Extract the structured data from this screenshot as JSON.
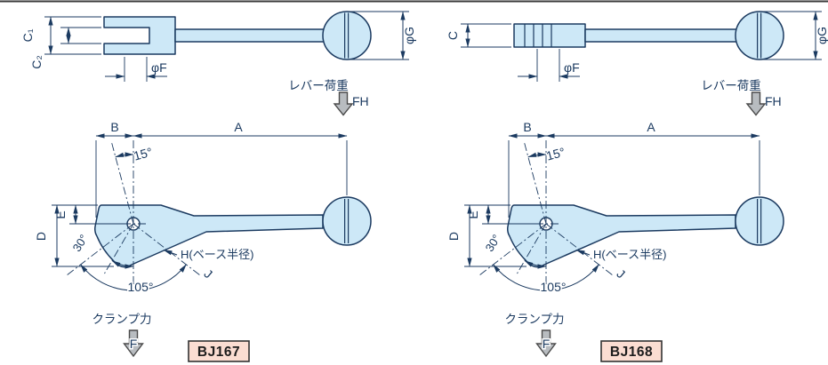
{
  "labels": {
    "dim_a": "A",
    "dim_b": "B",
    "dim_d": "D",
    "dim_e": "E",
    "dim_phi_f": "φF",
    "dim_phi_g": "φG",
    "angle_15": "15°",
    "angle_30": "30°",
    "angle_105": "105°",
    "dim_j": "J",
    "base_radius": "H(ベース半径)",
    "lever_load": "レバー荷重",
    "lever_load_symbol": "FH",
    "clamp_force": "クランプ力",
    "clamp_force_symbol": "F"
  },
  "bj167": {
    "part_number": "BJ167",
    "dim_c1": "C₁",
    "dim_c2": "C₂"
  },
  "bj168": {
    "part_number": "BJ168",
    "dim_c": "C"
  },
  "colors": {
    "line": "#1b3a60",
    "dim": "#1b3a60",
    "part_fill": "#cde8f7",
    "arrow_fill": "#b8bcc0",
    "part_box_bg": "#fbddd2",
    "part_box_border": "#333333",
    "part_box_text": "#1c1c1c"
  }
}
